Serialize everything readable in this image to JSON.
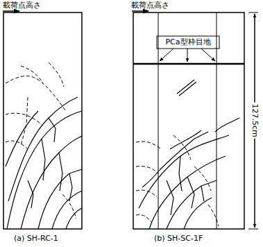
{
  "diagram": {
    "labels": [
      "載荷点高さ",
      "載荷点高さ",
      "PCa型枠目地",
      "127.5cm",
      "(a) SH-RC-1",
      "(b) SH-SC-1F"
    ]
  }
}
